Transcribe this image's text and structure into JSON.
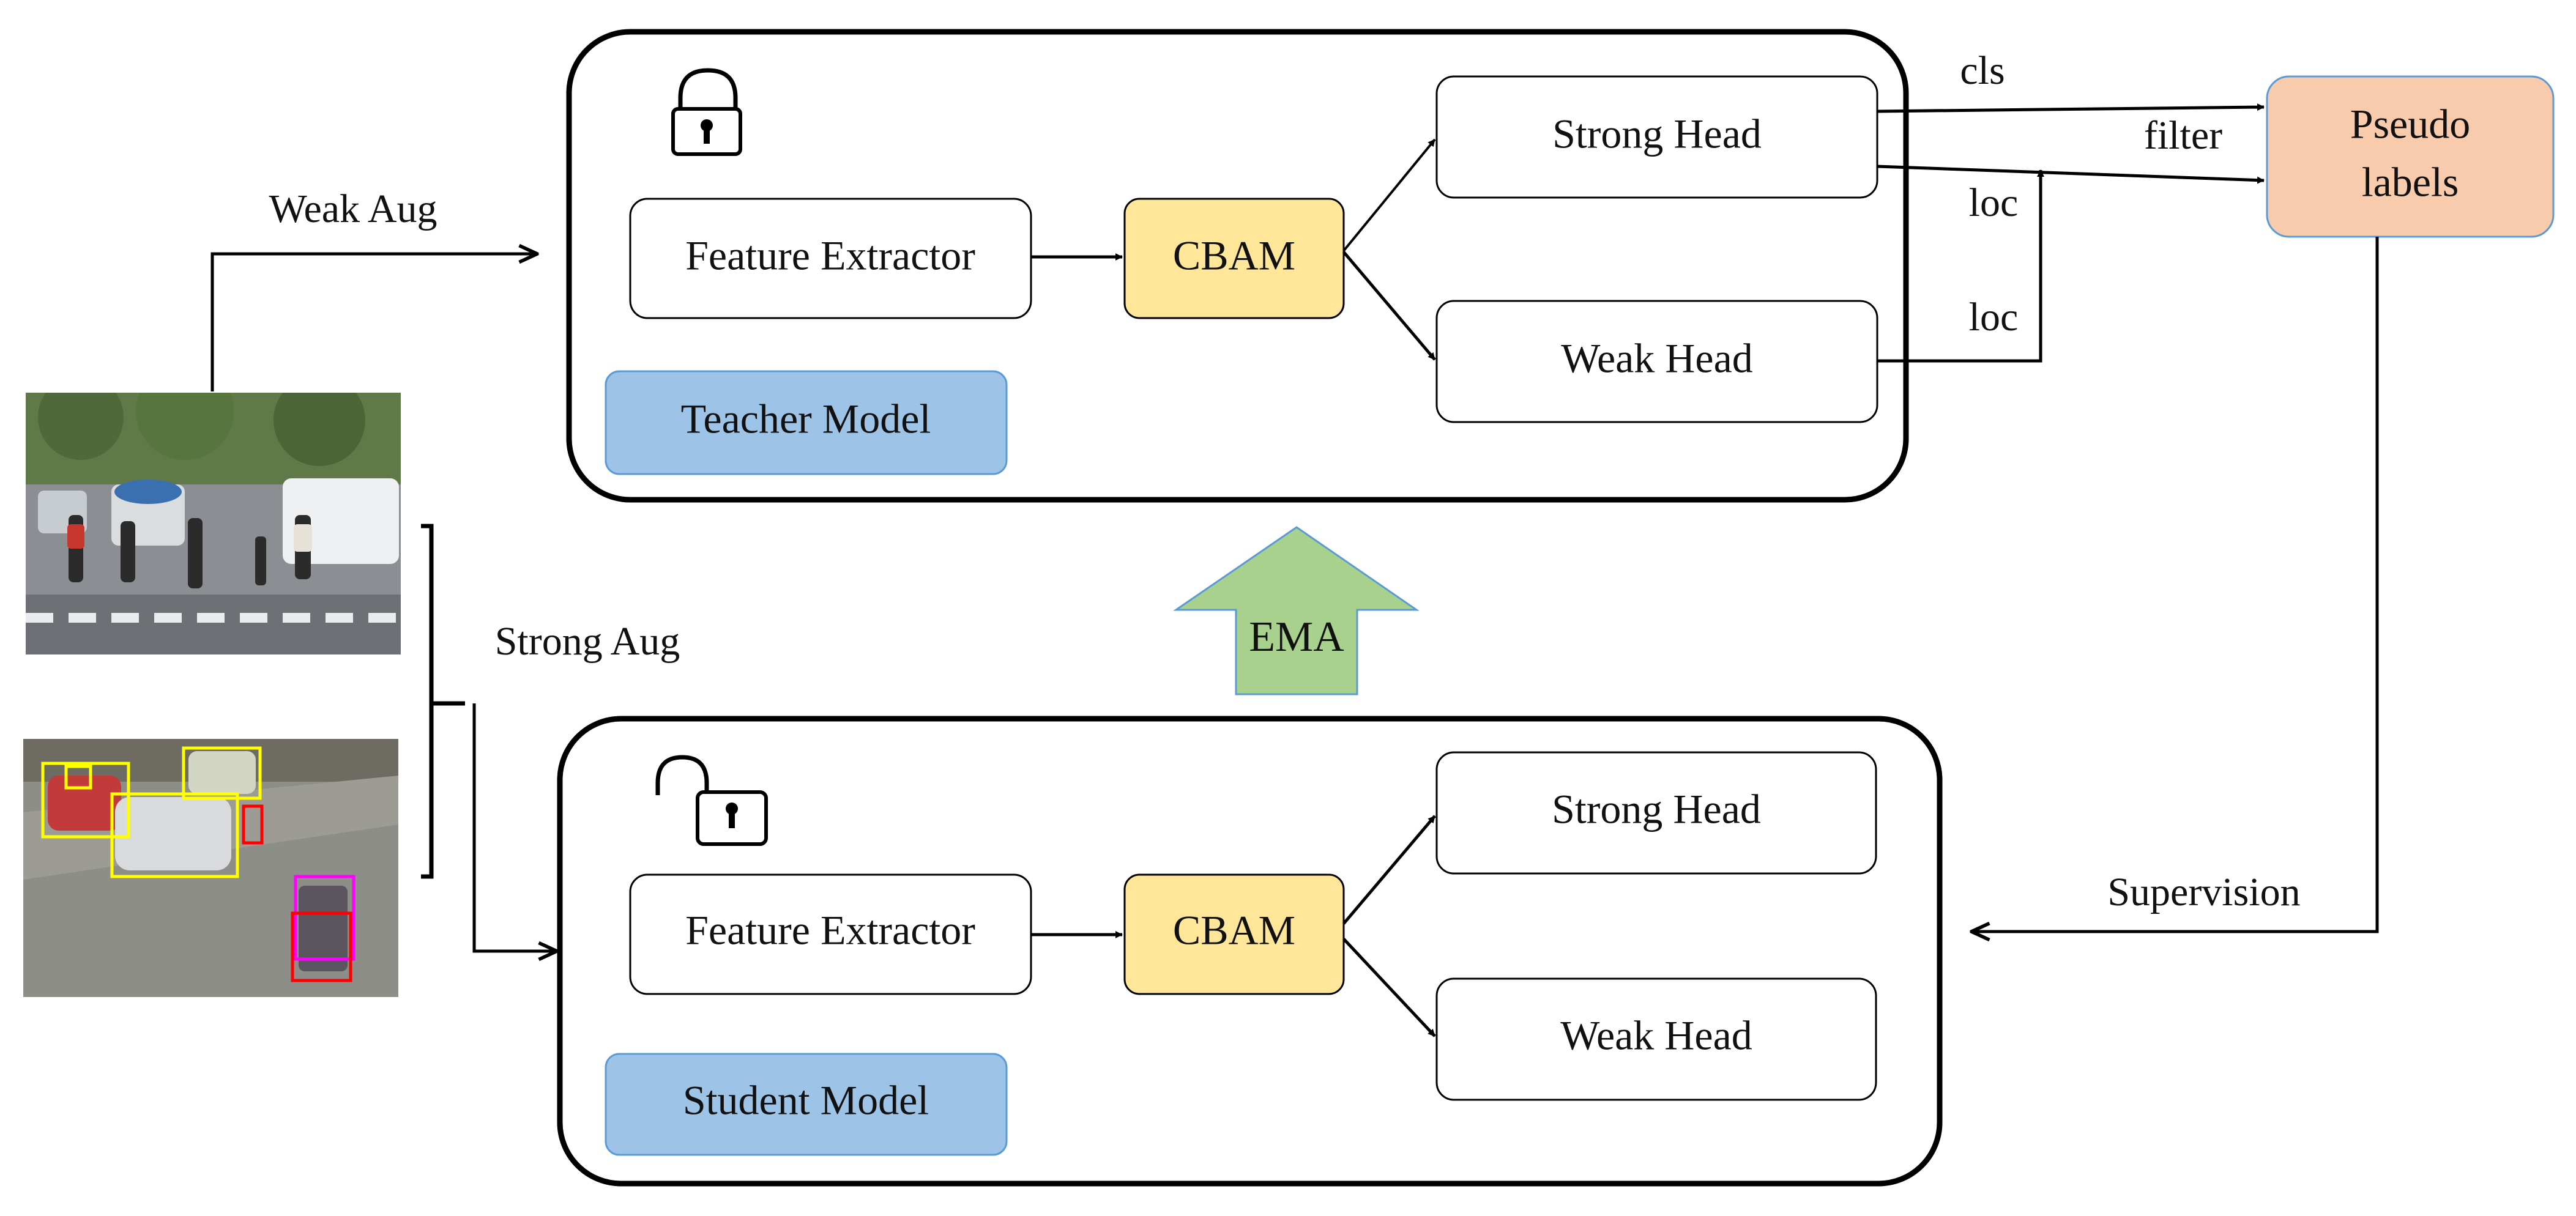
{
  "teacher": {
    "lock_icon": "locked-padlock-icon",
    "feature_extractor": "Feature Extractor",
    "cbam": "CBAM",
    "strong_head": "Strong Head",
    "weak_head": "Weak Head",
    "model_label": "Teacher Model"
  },
  "student": {
    "lock_icon": "unlocked-padlock-icon",
    "feature_extractor": "Feature Extractor",
    "cbam": "CBAM",
    "strong_head": "Strong Head",
    "weak_head": "Weak Head",
    "model_label": "Student Model"
  },
  "edges": {
    "weak_aug": "Weak Aug",
    "strong_aug": "Strong Aug",
    "ema": "EMA",
    "cls": "cls",
    "filter": "filter",
    "loc_strong": "loc",
    "loc_weak": "loc",
    "supervision": "Supervision"
  },
  "pseudo_labels": {
    "line1": "Pseudo",
    "line2": "labels"
  },
  "images": {
    "top_photo": "street-crosswalk-pedestrians-photo",
    "bottom_photo": "street-detection-bounding-boxes-photo"
  },
  "colors": {
    "cbam_fill": "#FFE699",
    "model_label_fill": "#9DC3E6",
    "pseudo_fill": "#F8CBAD",
    "ema_fill": "#A9D18E",
    "stroke": "#000000"
  }
}
